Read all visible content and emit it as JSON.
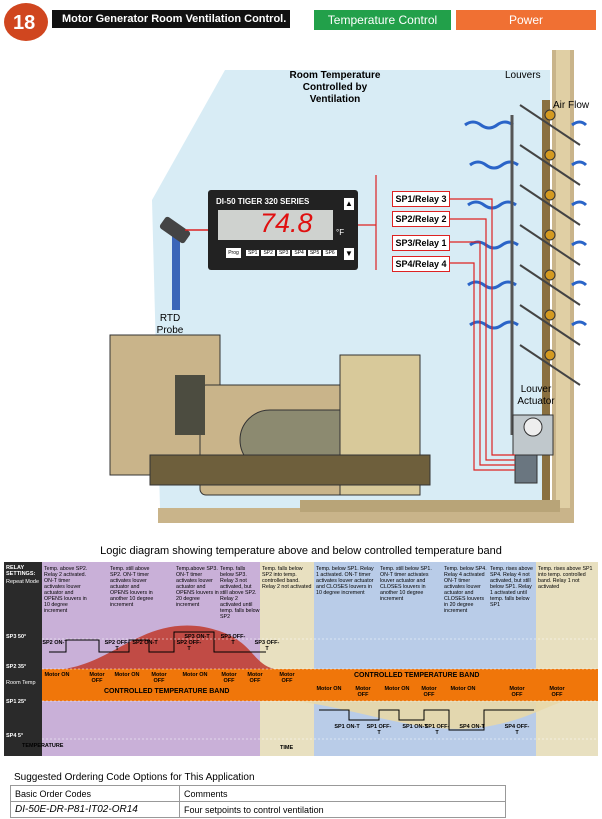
{
  "header": {
    "number": "18",
    "title": "Motor Generator Room Ventilation Control.",
    "tabs": [
      "Temperature Control",
      "Power"
    ]
  },
  "room": {
    "title": "Room Temperature Controlled by Ventilation",
    "louvers_label": "Louvers",
    "airflow_label": "Air Flow",
    "actuator_label": "Louver Actuator",
    "probe_label": "RTD Probe"
  },
  "meter": {
    "model": "DI-50 TIGER 320 SERIES",
    "reading": "74.8",
    "unit": "°F",
    "prog_label": "Prog",
    "setpoint_leds": [
      "SP1",
      "SP2",
      "SP3",
      "SP4",
      "SP5",
      "SP6"
    ]
  },
  "relays": [
    "SP1/Relay 3",
    "SP2/Relay 2",
    "SP3/Relay 1",
    "SP4/Relay 4"
  ],
  "logic": {
    "title": "Logic diagram showing temperature above and below controlled temperature band",
    "relay_settings_label": "RELAY SETTINGS:",
    "repeat_mode_label": "Repeat Mode",
    "columns": [
      "Temp. above SP2. Relay 2 activated. ON-T timer activates louver actuator and OPENS louvers in 10 degree increment",
      "Temp. still above SP2. ON-T timer activates louver actuator and OPENS louvers in another 10 degree increment",
      "Temp.above SP3. ON-T timer activates louver actuator and OPENS louvers in 20 degree increment",
      "Temp. falls below SP3. Relay 3 not activated, but still above SP2. Relay 2 activated until temp. falls below SP2",
      "Temp. falls below SP2 into temp. controlled band. Relay 2 not activated",
      "Temp. below SP1. Relay 1 activated. ON-T timer activates louver actuator and CLOSES louvers in 10 degree increment",
      "Temp. still below SP1. ON-T timer activates louver actuator and CLOSES louvers in another 10 degree increment",
      "Temp. below SP4. Relay 4 activated ON-T timer activates louver actuator and CLOSES louvers in 20 degree increment",
      "Temp. rises above SP4. Relay 4 not activated, but still below SP1. Relay 1 activated until temp. falls below SP1",
      "Temp. rises above SP1 into temp. controlled band. Relay 1 not activated"
    ],
    "y_ticks": [
      "SP3 50°",
      "SP2 35°",
      "SP1 25°",
      "SP4 5°"
    ],
    "room_temp_label": "Room Temp",
    "band_label": "CONTROLLED TEMPERATURE BAND",
    "temperature_label": "TEMPERATURE",
    "time_label": "TIME",
    "upper_pulses": [
      "SP2 ON-T",
      "SP2 OFF-T",
      "SP2 ON-T",
      "SP2 OFF-T",
      "SP3 ON-T",
      "SP3 OFF-T",
      "SP3 OFF-T"
    ],
    "lower_pulses": [
      "SP1 ON-T",
      "SP1 OFF-T",
      "SP1 ON-T",
      "SP1 OFF-T",
      "SP4 ON-T",
      "SP4 OFF-T"
    ],
    "motor_upper": [
      "Motor ON",
      "Motor OFF",
      "Motor ON",
      "Motor OFF",
      "Motor ON",
      "Motor OFF",
      "Motor OFF",
      "Motor OFF"
    ],
    "motor_lower": [
      "Motor ON",
      "Motor OFF",
      "Motor ON",
      "Motor OFF",
      "Motor ON",
      "Motor OFF",
      "Motor OFF"
    ]
  },
  "ordering": {
    "title": "Suggested Ordering Code Options for This Application",
    "headers": [
      "Basic Order Codes",
      "Comments"
    ],
    "code": "DI-50E-DR-P81-IT02-OR14",
    "comment": "Four setpoints to control ventilation"
  }
}
